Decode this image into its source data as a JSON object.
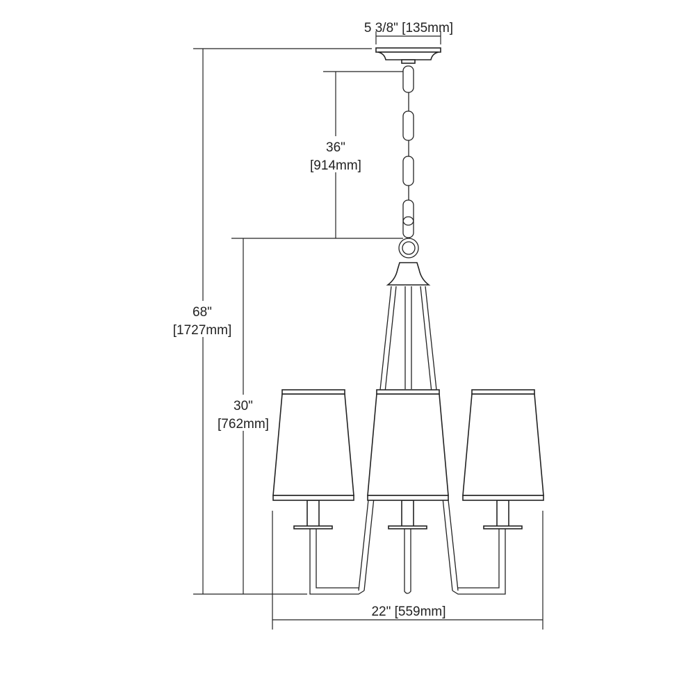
{
  "dimensions": {
    "canopy_width": "5 3/8\" [135mm]",
    "chain_length_in": "36\"",
    "chain_length_mm": "[914mm]",
    "overall_height_in": "68\"",
    "overall_height_mm": "[1727mm]",
    "fixture_height_in": "30\"",
    "fixture_height_mm": "[762mm]",
    "fixture_width": "22\" [559mm]"
  },
  "colors": {
    "line": "#222222",
    "background": "#ffffff"
  }
}
